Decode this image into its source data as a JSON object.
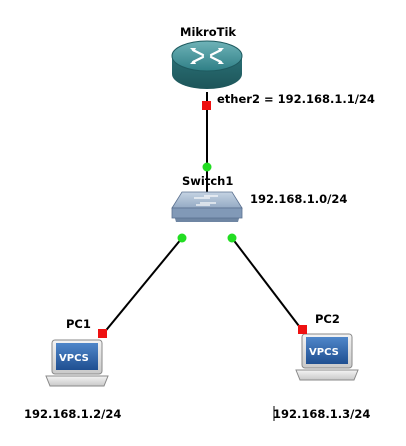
{
  "nodes": {
    "router": {
      "label": "MikroTik"
    },
    "switch": {
      "label": "Switch1",
      "subnet": "192.168.1.0/24"
    },
    "pc1": {
      "label": "PC1",
      "screen_text": "VPCS",
      "ip": "192.168.1.2/24"
    },
    "pc2": {
      "label": "PC2",
      "screen_text": "VPCS",
      "ip": "192.168.1.3/24"
    }
  },
  "links": [
    {
      "from": "MikroTik",
      "to": "Switch1",
      "note": "ether2 = 192.168.1.1/24",
      "from_status": "red",
      "to_status": "green"
    },
    {
      "from": "Switch1",
      "to": "PC1",
      "from_status": "green",
      "to_status": "red"
    },
    {
      "from": "Switch1",
      "to": "PC2",
      "from_status": "green",
      "to_status": "red"
    }
  ],
  "colors": {
    "link": "#000000",
    "status_up": "#22dd22",
    "status_down": "#ee1111",
    "router_body": "#2f7f86",
    "switch_body": "#8ea7c4",
    "pc_screen": "#2a5fa5"
  }
}
